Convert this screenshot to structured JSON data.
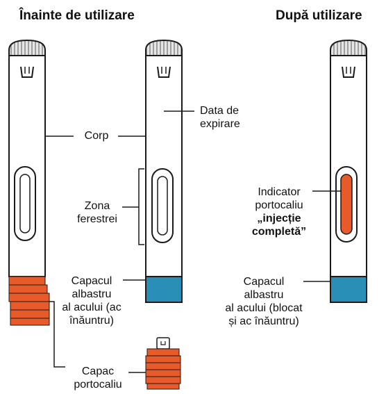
{
  "headings": {
    "before": "Înainte de utilizare",
    "after": "După utilizare"
  },
  "labels": {
    "corp": "Corp",
    "data_expirare": [
      "Data de",
      "expirare"
    ],
    "zona_ferestrei": [
      "Zona",
      "ferestrei"
    ],
    "capacul_albastru_left": [
      "Capacul",
      "albastru",
      "al acului (ac",
      "înăuntru)"
    ],
    "capac_portocaliu": [
      "Capac",
      "portocaliu"
    ],
    "indicator": [
      "Indicator",
      "portocaliu"
    ],
    "indicator_bold": [
      "„injecție",
      "completă”"
    ],
    "capacul_albastru_right": [
      "Capacul",
      "albastru",
      "al acului (blocat",
      "și ac înăuntru)"
    ]
  },
  "colors": {
    "orange": "#e85a2a",
    "blue": "#2a8fb6",
    "outline": "#1a1a1a"
  }
}
